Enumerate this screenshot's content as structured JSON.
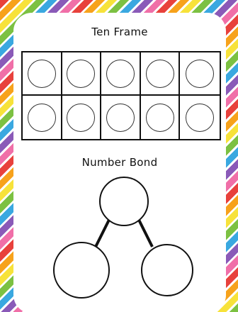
{
  "worksheet": {
    "ten_frame_title": "Ten Frame",
    "number_bond_title": "Number Bond",
    "ten_frame_circles": 10
  },
  "colors": {
    "border_stripes": [
      "#e8413c",
      "#f7a21b",
      "#f7e23a",
      "#7cc142",
      "#3aa8e0",
      "#8a5ab8",
      "#f06fa8"
    ],
    "ink": "#111111"
  }
}
